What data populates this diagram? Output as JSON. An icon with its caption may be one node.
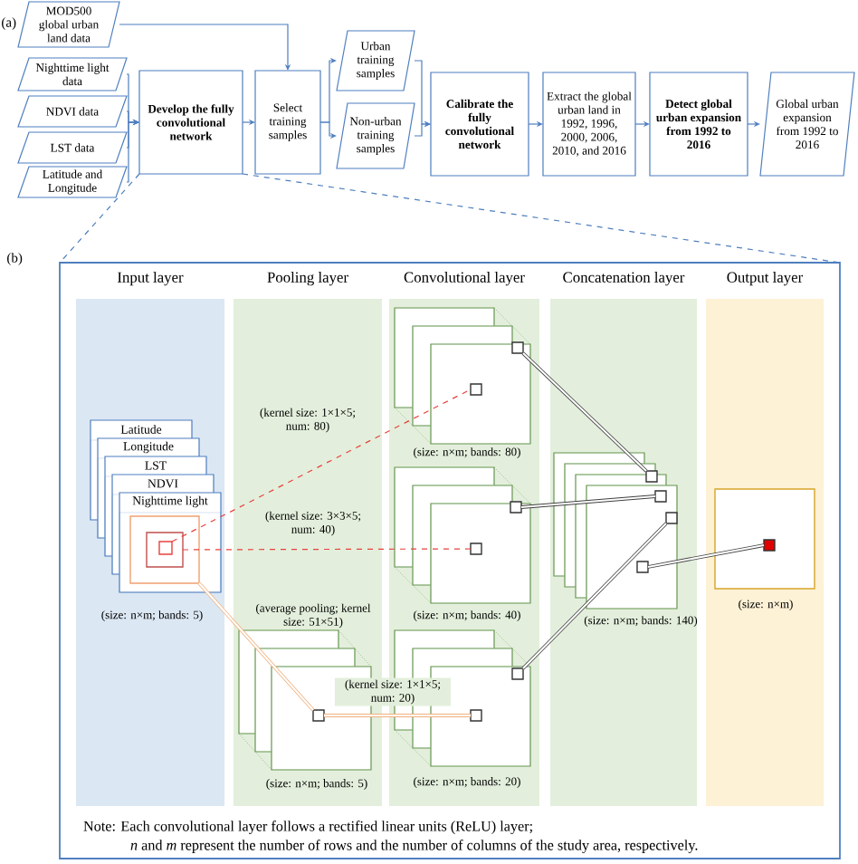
{
  "diagram": {
    "nodes": [
      {
        "text": [
          "MOD500 global urban land data"
        ]
      },
      {
        "text": [
          "Nighttime light data"
        ]
      },
      {
        "text": [
          "NDVI data"
        ]
      },
      {
        "text": [
          "LST data"
        ]
      },
      {
        "text": [
          "Latitude and Longitude"
        ]
      },
      {
        "text": [
          "Develop the fully convolutional network"
        ]
      },
      {
        "text": [
          "Select training samples"
        ]
      },
      {
        "text": [
          "Urban training samples"
        ]
      },
      {
        "text": [
          "Non-urban training samples"
        ]
      },
      {
        "text": [
          "Calibrate the fully convolutional network"
        ]
      },
      {
        "text": [
          "Extract the global urban land in 1992, 1996, 2000, 2006, 2010, and 2016"
        ]
      },
      {
        "text": [
          "Detect global urban expansion from 1992 to 2016"
        ]
      },
      {
        "text": [
          "Global urban expansion from 1992 to 2016"
        ]
      },
      {
        "text": [
          "Note: Each convolutional layer follows a rectified linear units (ReLU) layer;",
          "*n* and *m* represent the number of rows and the number of columns of the study area, respectively."
        ]
      },
      {
        "text": [
          "Input layer"
        ],
        "in": 13
      },
      {
        "text": [
          "Pooling layer"
        ],
        "in": 13
      },
      {
        "text": [
          "Convolutional layer"
        ],
        "in": 13
      },
      {
        "text": [
          "Concatenation layer"
        ],
        "in": 13
      },
      {
        "text": [
          "Output layer"
        ],
        "in": 13
      },
      {
        "text": [
          "Latitude"
        ],
        "in": 14
      },
      {
        "text": [
          "Longitude"
        ],
        "in": 14
      },
      {
        "text": [
          "LST"
        ],
        "in": 14
      },
      {
        "text": [
          "NDVI"
        ],
        "in": 14
      },
      {
        "text": [
          "Nighttime light"
        ],
        "in": 14
      },
      {
        "text": [],
        "shape": "box",
        "in": 38
      },
      {
        "text": [],
        "shape": "box",
        "in": 14
      },
      {
        "text": [],
        "shape": "box",
        "in": 15
      },
      {
        "text": [],
        "shape": "box",
        "in": 16
      },
      {
        "text": [],
        "shape": "box",
        "in": 16
      },
      {
        "text": [],
        "shape": "box",
        "in": 16
      },
      {
        "text": [],
        "shape": "box",
        "in": 16
      },
      {
        "text": [],
        "shape": "box",
        "in": 16
      },
      {
        "text": [],
        "shape": "box",
        "in": 16
      },
      {
        "text": [],
        "shape": "box",
        "in": 17
      },
      {
        "text": [],
        "shape": "box",
        "in": 17
      },
      {
        "text": [],
        "shape": "box",
        "in": 17
      },
      {
        "text": [],
        "shape": "box",
        "in": 17
      },
      {
        "text": [],
        "shape": "box",
        "in": 18
      },
      {
        "text": [],
        "shape": "box",
        "in": 25
      }
    ],
    "edges": [
      {
        "from": 0,
        "to": 6,
        "arrow": "to"
      },
      {
        "from": 1,
        "to": 5,
        "arrow": "to"
      },
      {
        "from": 2,
        "to": 5,
        "arrow": "to"
      },
      {
        "from": 3,
        "to": 5,
        "arrow": "to"
      },
      {
        "from": 4,
        "to": 5,
        "arrow": "to"
      },
      {
        "from": 5,
        "to": 6,
        "arrow": "to"
      },
      {
        "from": 6,
        "to": 7,
        "arrow": "to"
      },
      {
        "from": 6,
        "to": 8,
        "arrow": "to"
      },
      {
        "from": 7,
        "to": 9,
        "arrow": "to"
      },
      {
        "from": 8,
        "to": 9,
        "arrow": "to"
      },
      {
        "from": 9,
        "to": 10,
        "arrow": "to"
      },
      {
        "from": 10,
        "to": 11,
        "arrow": "to"
      },
      {
        "from": 11,
        "to": 12,
        "arrow": "to"
      },
      {
        "from": 5,
        "to": 13,
        "arrow": "none",
        "style": "dashed"
      },
      {
        "from": 5,
        "to": 13,
        "arrow": "none",
        "style": "dashed"
      },
      {
        "from": 24,
        "to": 27,
        "arrow": "none",
        "style": "dashed",
        "color": "#e8413c",
        "label": "(kernel size: 1×1×5; num: 80)"
      },
      {
        "from": 38,
        "to": 29,
        "arrow": "none",
        "style": "dashed",
        "color": "#e8413c",
        "label": "(kernel size: 3×3×5; num: 40)"
      },
      {
        "from": 25,
        "to": 26,
        "arrow": "none",
        "color": "#f0b07e"
      },
      {
        "from": 26,
        "to": 31,
        "arrow": "none",
        "color": "#f0b07e",
        "label": "(kernel size: 1×1×5; num: 20)"
      },
      {
        "from": 28,
        "to": 33,
        "arrow": "none",
        "color": "#404040"
      },
      {
        "from": 30,
        "to": 34,
        "arrow": "none",
        "color": "#404040"
      },
      {
        "from": 32,
        "to": 35,
        "arrow": "none",
        "color": "#404040"
      },
      {
        "from": 36,
        "to": 37,
        "arrow": "none",
        "color": "#404040"
      }
    ],
    "labels": [
      "(a)",
      "(b)",
      "(size: n×m; bands: 5)",
      "(average pooling; kernel size: 51×51)",
      "(size: n×m; bands: 5)",
      "(size: n×m; bands: 80)",
      "(size: n×m; bands: 40)",
      "(size: n×m; bands: 20)",
      "(size: n×m; bands: 140)",
      "(size: n×m)"
    ]
  }
}
